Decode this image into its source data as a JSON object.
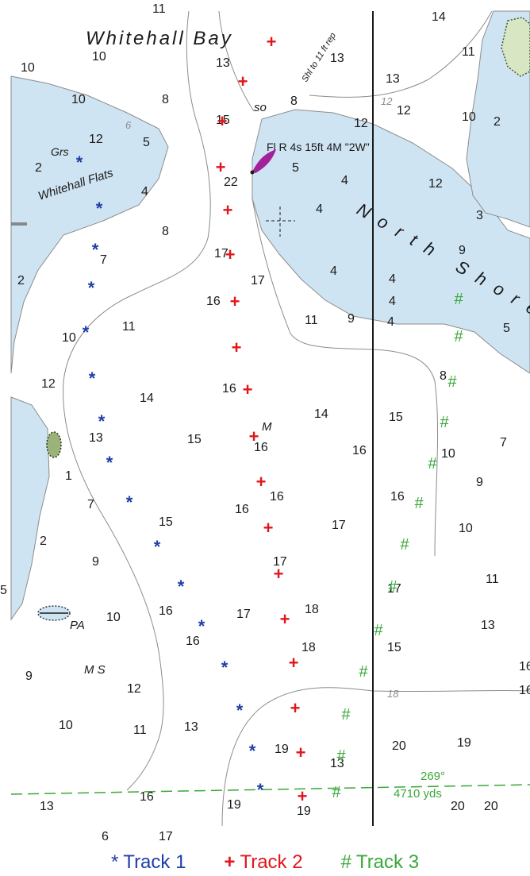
{
  "colors": {
    "water_shallow": "#cfe4f2",
    "land": "#ffffff",
    "contour": "#8c8c8c",
    "track1": "#1f3fa8",
    "track2": "#e0161b",
    "track3": "#3aa83a",
    "text": "#1a1a1a",
    "light": "#a3229b"
  },
  "map": {
    "title": "Whitehall Bay",
    "place_flats": "Whitehall Flats",
    "place_north_shore": "North Shore",
    "light_label": "Fl R 4s 15ft 4M \"2W\"",
    "shoal_note": "Shl to 11 ft rep",
    "grass_label": "Grs",
    "bottom_so": "so",
    "bottom_m": "M",
    "bottom_pa": "PA",
    "bottom_ms": "M S",
    "contour_label_6": "6",
    "contour_label_12": "12",
    "contour_label_18": "18",
    "bearing": "269°",
    "distance": "4710 yds",
    "depths": [
      "11",
      "14",
      "10",
      "10",
      "13",
      "13",
      "11",
      "13",
      "10",
      "8",
      "8",
      "12",
      "12",
      "10",
      "2",
      "15",
      "12",
      "5",
      "22",
      "5",
      "4",
      "12",
      "2",
      "4",
      "4",
      "3",
      "8",
      "17",
      "4",
      "9",
      "2",
      "7",
      "17",
      "4",
      "4",
      "16",
      "11",
      "4",
      "11",
      "9",
      "10",
      "5",
      "12",
      "16",
      "8",
      "14",
      "14",
      "15",
      "13",
      "15",
      "16",
      "16",
      "10",
      "7",
      "16",
      "1",
      "9",
      "16",
      "7",
      "15",
      "16",
      "17",
      "10",
      "2",
      "17",
      "9",
      "16",
      "17",
      "18",
      "17",
      "11",
      "5",
      "10",
      "13",
      "15",
      "9",
      "16",
      "18",
      "12",
      "16",
      "10",
      "11",
      "13",
      "19",
      "20",
      "19",
      "20",
      "13",
      "16",
      "19",
      "19",
      "20",
      "16",
      "17",
      "6",
      "13"
    ]
  },
  "legend": {
    "track1_symbol": "*",
    "track1_label": "Track 1",
    "track2_symbol": "+",
    "track2_label": "Track 2",
    "track3_symbol": "#",
    "track3_label": "Track 3"
  },
  "tracks": {
    "track1": [
      [
        100,
        212
      ],
      [
        125,
        270
      ],
      [
        120,
        322
      ],
      [
        115,
        370
      ],
      [
        108,
        426
      ],
      [
        116,
        484
      ],
      [
        128,
        538
      ],
      [
        138,
        590
      ],
      [
        163,
        640
      ],
      [
        198,
        696
      ],
      [
        228,
        746
      ],
      [
        254,
        796
      ],
      [
        283,
        848
      ],
      [
        302,
        902
      ],
      [
        318,
        953
      ],
      [
        328,
        1002
      ]
    ],
    "track2": [
      [
        342,
        60
      ],
      [
        306,
        110
      ],
      [
        280,
        160
      ],
      [
        278,
        218
      ],
      [
        287,
        272
      ],
      [
        290,
        328
      ],
      [
        296,
        387
      ],
      [
        298,
        445
      ],
      [
        312,
        498
      ],
      [
        320,
        557
      ],
      [
        329,
        614
      ],
      [
        338,
        672
      ],
      [
        351,
        730
      ],
      [
        359,
        787
      ],
      [
        370,
        842
      ],
      [
        372,
        899
      ],
      [
        379,
        955
      ],
      [
        381,
        1010
      ]
    ],
    "track3": [
      [
        578,
        383
      ],
      [
        578,
        430
      ],
      [
        570,
        487
      ],
      [
        560,
        538
      ],
      [
        545,
        590
      ],
      [
        528,
        640
      ],
      [
        510,
        692
      ],
      [
        495,
        745
      ],
      [
        477,
        800
      ],
      [
        458,
        852
      ],
      [
        436,
        906
      ],
      [
        430,
        958
      ],
      [
        424,
        1004
      ]
    ]
  }
}
